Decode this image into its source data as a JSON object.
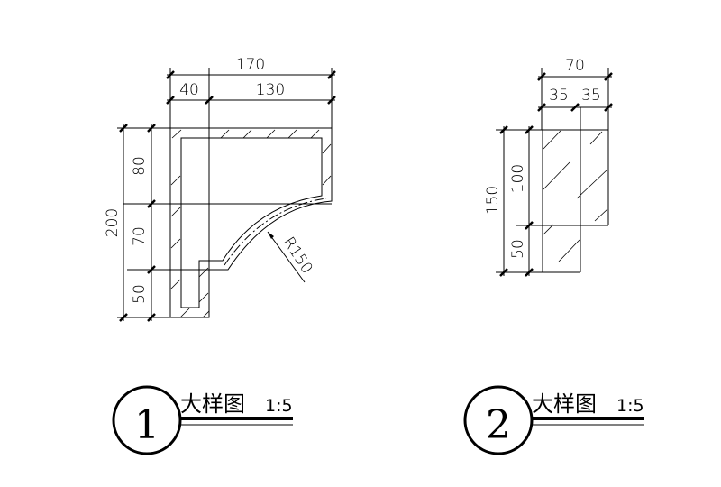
{
  "detail1": {
    "dims": {
      "total_width": "170",
      "left_width": "40",
      "right_width": "130",
      "total_height": "200",
      "top_height": "80",
      "mid_height": "70",
      "bottom_height": "50",
      "radius": "R150"
    },
    "label": {
      "number": "1",
      "title": "大样图",
      "scale": "1:5"
    }
  },
  "detail2": {
    "dims": {
      "total_width": "70",
      "half_left": "35",
      "half_right": "35",
      "total_height": "150",
      "upper_height": "100",
      "lower_height": "50"
    },
    "label": {
      "number": "2",
      "title": "大样图",
      "scale": "1:5"
    }
  }
}
